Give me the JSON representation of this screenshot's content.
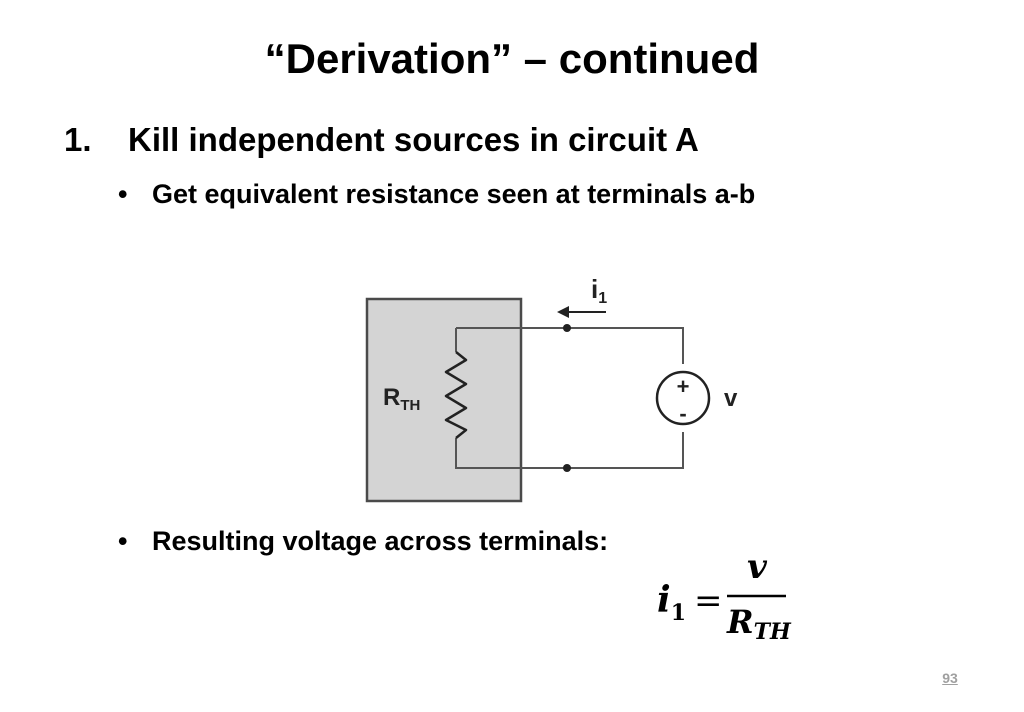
{
  "slide": {
    "title": "“Derivation” – continued",
    "step_number": "1.",
    "step_text": "Kill independent sources in circuit A",
    "bullets": [
      {
        "marker": "•",
        "text": "Get equivalent resistance seen at terminals a-b"
      },
      {
        "marker": "•",
        "text": "Resulting voltage across terminals:"
      }
    ],
    "page_number": "93"
  },
  "circuit": {
    "resistor_label": {
      "main": "R",
      "sub": "TH"
    },
    "current_label": {
      "main": "i",
      "sub": "1"
    },
    "source_plus": "+",
    "source_minus": "-",
    "source_label": "v",
    "box_fill": "#d4d4d4"
  },
  "equation": {
    "lhs_main": "i",
    "lhs_sub": "1",
    "equals": "=",
    "numerator": "v",
    "denominator_main": "R",
    "denominator_sub": "TH"
  }
}
